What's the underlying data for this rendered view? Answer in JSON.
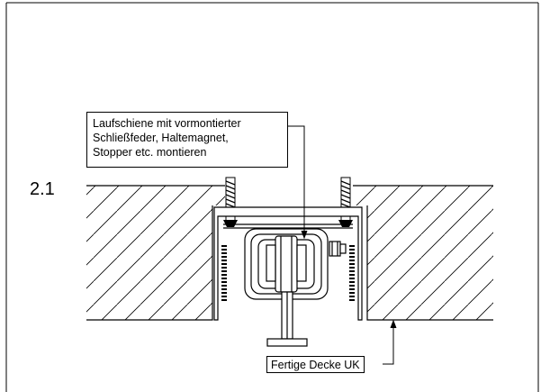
{
  "step": {
    "label": "2.1"
  },
  "callouts": {
    "rail": {
      "lines": [
        "Laufschiene mit vormontierter",
        "Schließfeder, Haltemagnet,",
        "Stopper etc. montieren"
      ]
    },
    "ceiling": {
      "text": "Fertige Decke UK"
    }
  }
}
